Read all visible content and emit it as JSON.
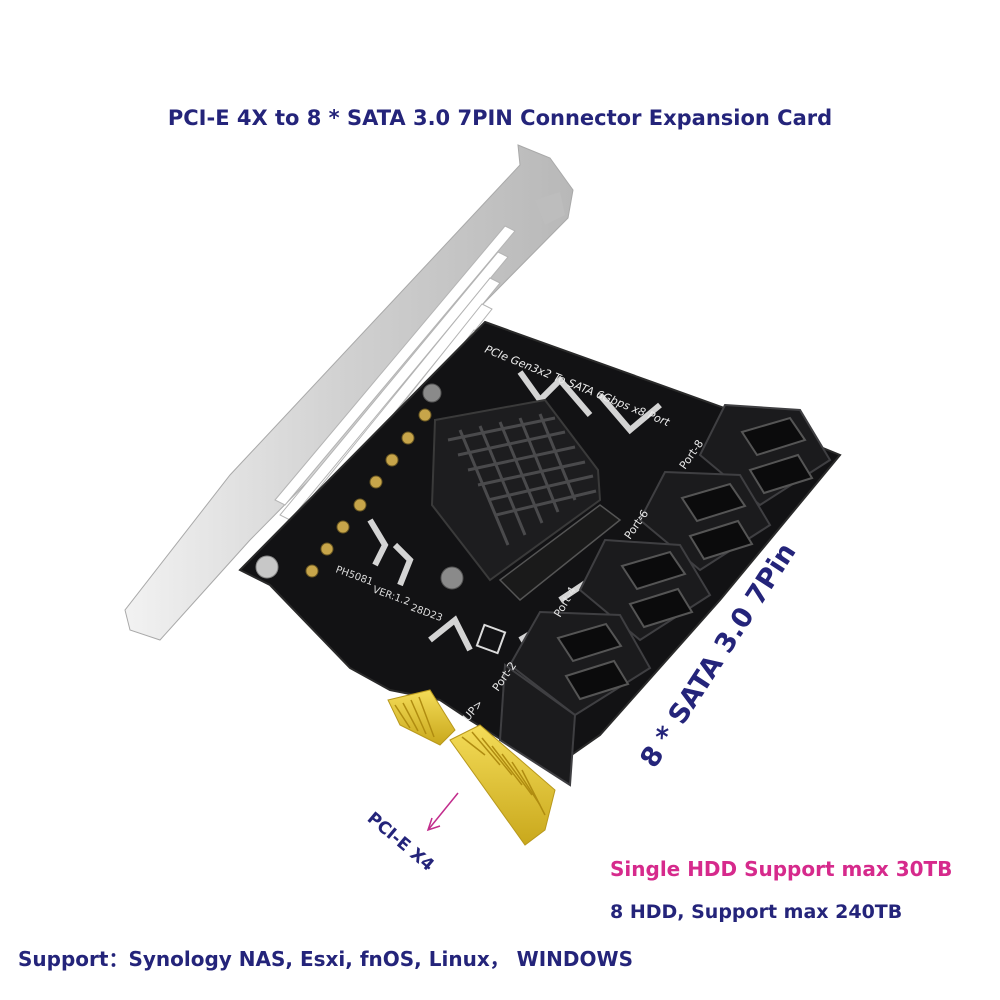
{
  "title": "PCI-E 4X to 8 * SATA 3.0 7PIN Connector Expansion  Card",
  "board": {
    "silk_title": "PCIe Gen3x2 To SATA 6Gbps x8 Port",
    "model": "PH5081",
    "version": "VER:1.2",
    "date": "28D23",
    "up_marker": "UP>",
    "port_labels": [
      "Port-2",
      "Port-4",
      "Port-6",
      "Port-8"
    ]
  },
  "sata_label": "8 * SATA 3.0 7Pin",
  "pcie_label": "PCI-E X4",
  "single_hdd": "Single HDD Support max 30TB",
  "hdd_total": "8 HDD, Support max 240TB",
  "support": "Support：Synology NAS, Esxi, fnOS, Linux，  WINDOWS",
  "colors": {
    "title": "#24247a",
    "highlight": "#d62a8c",
    "pcb": "#121214",
    "gold": "#e8c93a",
    "bracket": "#d8d8d8"
  }
}
